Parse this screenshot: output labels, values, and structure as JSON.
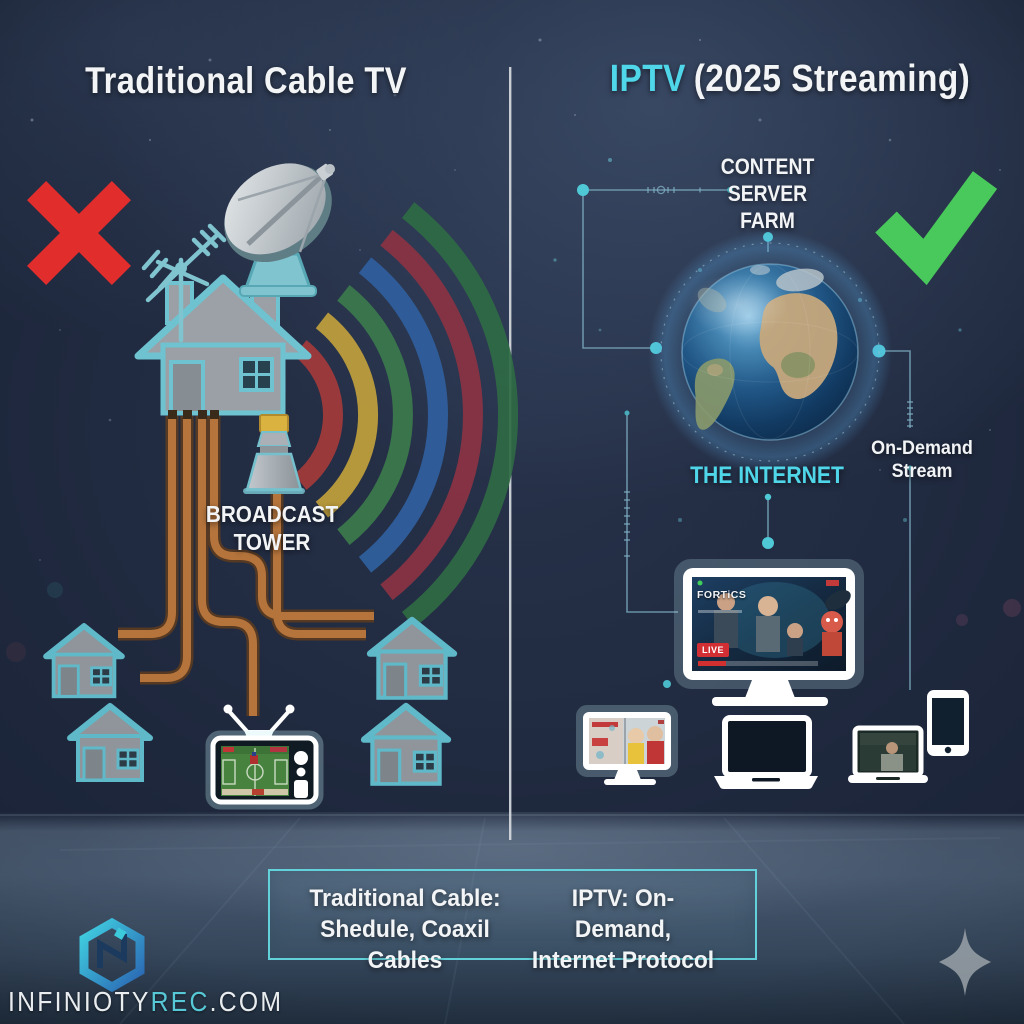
{
  "header": {
    "left_title": "Traditional Cable TV",
    "right_title_highlight": "IPTV",
    "right_title_rest": "(2025 Streaming)"
  },
  "left_diagram": {
    "tower_label_line1": "BROADCAST",
    "tower_label_line2": "TOWER"
  },
  "right_diagram": {
    "server_label_line1": "CONTENT",
    "server_label_line2": "SERVER",
    "server_label_line3": "FARM",
    "internet_label": "THE INTERNET",
    "stream_label": "On-Demand Stream",
    "monitor": {
      "app_title": "FORTiCS",
      "live_badge": "LIVE"
    }
  },
  "summary": {
    "cable_line1": "Traditional Cable:",
    "cable_line2": "Shedule, Coaxil Cables",
    "iptv_line1": "IPTV: On-Demand,",
    "iptv_line2": "Internet Protocol"
  },
  "footer": {
    "brand_white1": "INFINIOTY",
    "brand_teal": "REC",
    "brand_white2": ".COM"
  },
  "colors": {
    "accent_cyan": "#4fd6e8",
    "check_green": "#49c95b",
    "cross_red": "#e22d2d",
    "cable_orange": "#b5743c",
    "house_teal": "#5fb9c9",
    "live_red": "#d22f35",
    "signal_arc_colors": [
      "#a33a3a",
      "#c2a03c",
      "#3b7a4c",
      "#30609f",
      "#8c3344",
      "#2f6b45"
    ]
  }
}
